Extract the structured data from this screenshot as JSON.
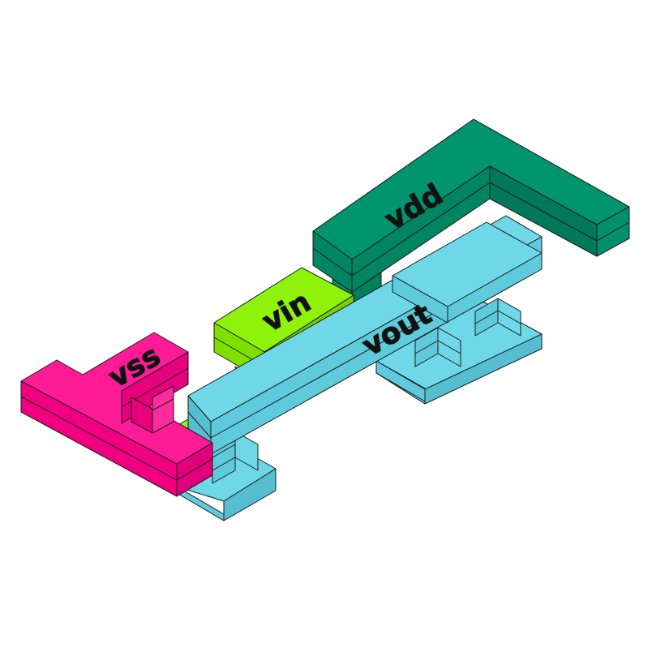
{
  "nets": {
    "vss": {
      "label": "vss",
      "color": "#ff0087"
    },
    "vin": {
      "label": "vin",
      "color": "#87f500"
    },
    "vdd": {
      "label": "vdd",
      "color": "#008b6b"
    },
    "vout": {
      "label": "vout",
      "color": "#5fd1e3"
    }
  },
  "edge_color": "#1a1a1a"
}
